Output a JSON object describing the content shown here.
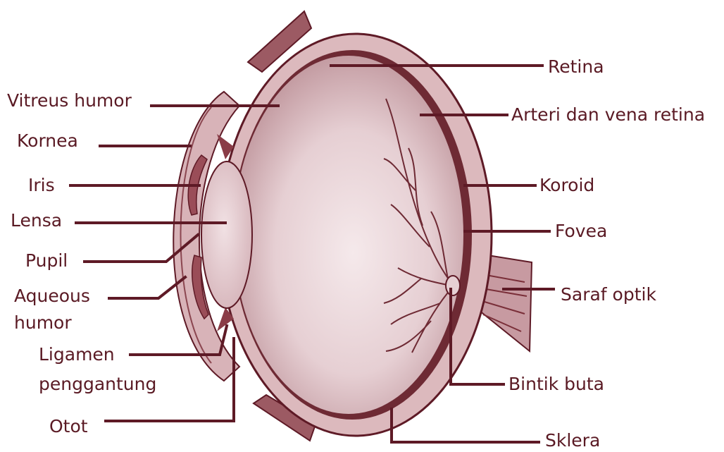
{
  "colors": {
    "label_text": "#5a1a24",
    "leader_line": "#5e1a26",
    "sclera": "#dcb9bd",
    "vitreous_center": "#f3e6e8",
    "vitreous_edge": "#b88a91",
    "dark_layer": "#6e2a34"
  },
  "labels": {
    "retina": "Retina",
    "vitreus_humor": "Vitreus humor",
    "arteri_vena": "Arteri dan vena retina",
    "kornea": "Kornea",
    "iris": "Iris",
    "koroid": "Koroid",
    "lensa": "Lensa",
    "fovea": "Fovea",
    "pupil": "Pupil",
    "saraf_optik": "Saraf optik",
    "aqueous_line1": "Aqueous",
    "aqueous_line2": "humor",
    "ligamen_line1": "Ligamen",
    "ligamen_line2": "penggantung",
    "bintik_buta": "Bintik buta",
    "otot": "Otot",
    "sklera": "Sklera"
  }
}
